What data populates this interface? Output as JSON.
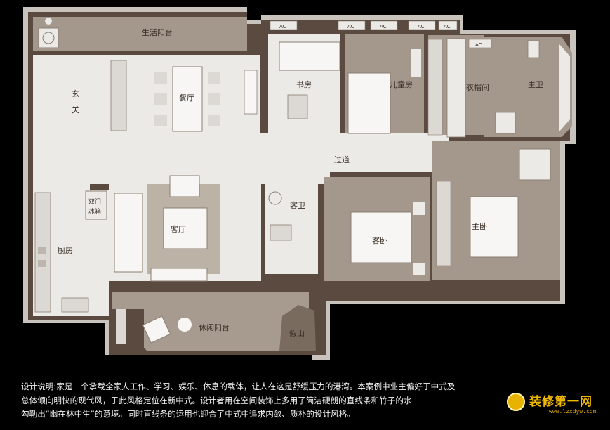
{
  "colors": {
    "background": "#000000",
    "wall": "#5b4a3f",
    "outer_frame": "#c8c3bd",
    "floor_light": "#eceae7",
    "floor_wood": "#a4978c",
    "balcony": "#a79a8e",
    "text_dark": "#3a2e26",
    "text_light": "#f2f2f2",
    "watermark": "#f0b800"
  },
  "rooms": {
    "living_balcony": "生活阳台",
    "foyer_a": "玄",
    "foyer_b": "关",
    "dining": "餐厅",
    "study": "书房",
    "kids_room": "儿童房",
    "cloakroom": "衣帽间",
    "master_bath": "主卫",
    "corridor": "过道",
    "guest_bath": "客卫",
    "guest_bedroom": "客卧",
    "master_bedroom": "主卧",
    "living_room": "客厅",
    "kitchen": "厨房",
    "fridge_a": "双门",
    "fridge_b": "冰箱",
    "leisure_balcony": "休闲阳台",
    "rockery": "假山"
  },
  "ac_labels": [
    "AC",
    "AC",
    "AC",
    "AC",
    "AC",
    "AC"
  ],
  "description": {
    "line1": "设计说明:家是一个承载全家人工作、学习、娱乐、休息的载体，让人在这是舒缓压力的港湾。本案例中业主偏好于中式及",
    "line2": "总体倾向明快的现代风，于此风格定位在新中式。设计者用在空间装饰上多用了简洁硬朗的直线条和竹子的水",
    "line3": "勾勒出“幽在林中生”的意境。同时直线条的运用也迎合了中式中追求内敛、质朴的设计风格。"
  },
  "watermark": {
    "name": "装修第一网",
    "url": "www.lzxdyw.com"
  }
}
